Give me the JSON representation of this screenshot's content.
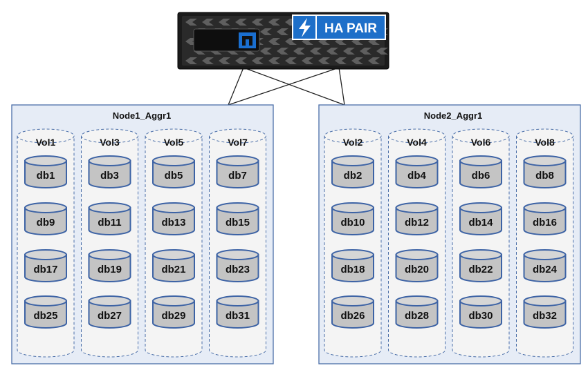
{
  "controller": {
    "badge_label": "HA PAIR",
    "logo_name": "netapp-logo-icon",
    "bolt_icon": "lightning-bolt-icon"
  },
  "aggregates": [
    {
      "label": "Node1_Aggr1",
      "volumes": [
        {
          "label": "Vol1",
          "databases": [
            "db1",
            "db9",
            "db17",
            "db25"
          ]
        },
        {
          "label": "Vol3",
          "databases": [
            "db3",
            "db11",
            "db19",
            "db27"
          ]
        },
        {
          "label": "Vol5",
          "databases": [
            "db5",
            "db13",
            "db21",
            "db29"
          ]
        },
        {
          "label": "Vol7",
          "databases": [
            "db7",
            "db15",
            "db23",
            "db31"
          ]
        }
      ]
    },
    {
      "label": "Node2_Aggr1",
      "volumes": [
        {
          "label": "Vol2",
          "databases": [
            "db2",
            "db10",
            "db18",
            "db26"
          ]
        },
        {
          "label": "Vol4",
          "databases": [
            "db4",
            "db12",
            "db20",
            "db28"
          ]
        },
        {
          "label": "Vol6",
          "databases": [
            "db6",
            "db14",
            "db22",
            "db30"
          ]
        },
        {
          "label": "Vol8",
          "databases": [
            "db8",
            "db16",
            "db24",
            "db32"
          ]
        }
      ]
    }
  ],
  "colors": {
    "aggregate_fill": "#e6ecf6",
    "aggregate_border": "#4a6ea8",
    "volume_fill": "#f4f4f4",
    "volume_border": "#4a6ea8",
    "db_fill": "#c4c4c4",
    "db_top": "#d6d6d6",
    "db_border": "#3d63a5",
    "controller_body": "#1b1b1b",
    "badge_blue": "#1d6fc9",
    "link_line": "#222222"
  }
}
